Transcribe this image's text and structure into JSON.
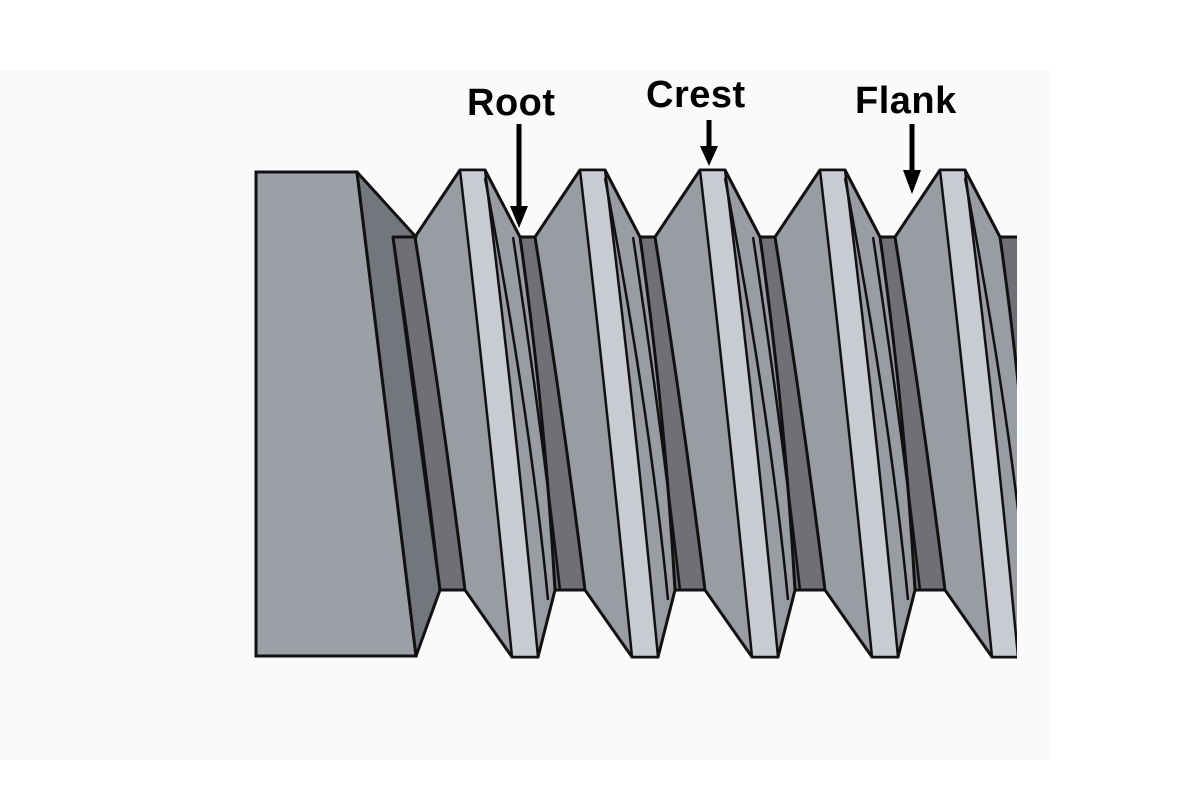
{
  "title": "Screw thread terminology",
  "labels": {
    "root": "Root",
    "crest": "Crest",
    "flank": "Flank"
  },
  "parts": [
    "head",
    "thread-1",
    "thread-2",
    "thread-3",
    "thread-4",
    "thread-5"
  ],
  "colors": {
    "background": "#ffffff",
    "body": "#9a9ca4",
    "head_face": "#9d9fa7",
    "flank_dark": "#74767d",
    "root_band": "#6e7076",
    "crest_highlight": "#c9cbd3",
    "outline": "#111111",
    "text": "#000000"
  }
}
